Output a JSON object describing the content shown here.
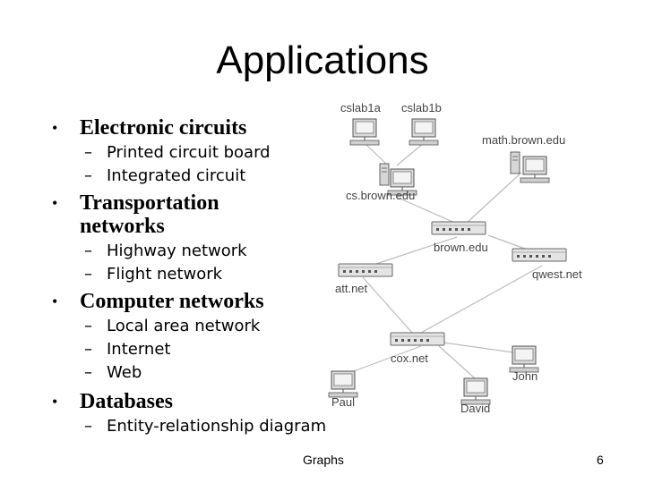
{
  "slide": {
    "title": "Applications",
    "footer_center": "Graphs",
    "page_number": "6"
  },
  "bullets": [
    {
      "label": "Electronic circuits",
      "subs": [
        "Printed circuit board",
        "Integrated circuit"
      ]
    },
    {
      "label": "Transportation networks",
      "subs": [
        "Highway network",
        "Flight network"
      ]
    },
    {
      "label": "Computer networks",
      "subs": [
        "Local area network",
        "Internet",
        "Web"
      ]
    },
    {
      "label": "Databases",
      "subs": [
        "Entity-relationship diagram"
      ]
    }
  ],
  "bullet_marks": {
    "level1": "•",
    "level2": "–"
  },
  "network": {
    "nodes": {
      "cslab1a": "cslab1a",
      "cslab1b": "cslab1b",
      "math": "math.brown.edu",
      "cs": "cs.brown.edu",
      "brown": "brown.edu",
      "qwest": "qwest.net",
      "att": "att.net",
      "cox": "cox.net",
      "john": "John",
      "paul": "Paul",
      "david": "David"
    }
  }
}
